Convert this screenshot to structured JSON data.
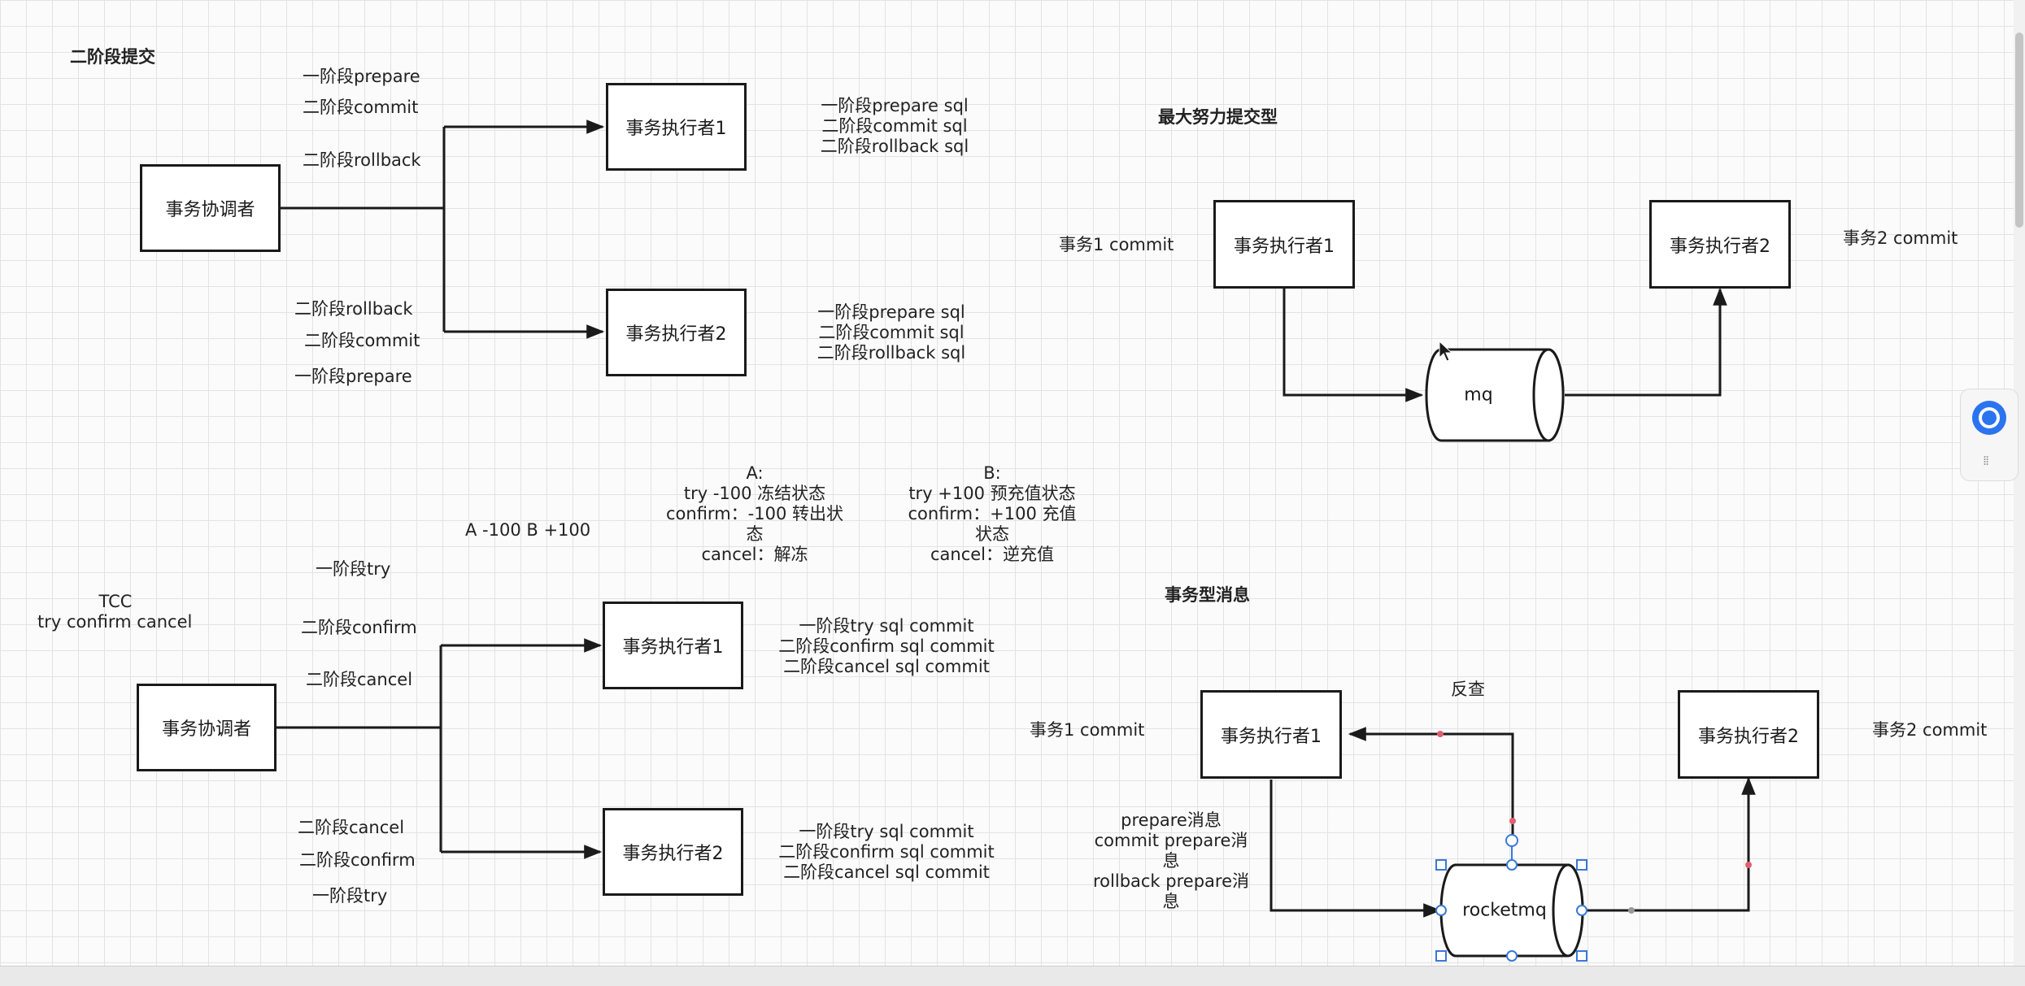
{
  "sections": {
    "two_phase_title": "二阶段提交",
    "tcc_title_1": "TCC",
    "tcc_title_2": "try confirm cancel",
    "best_effort_title": "最大努力提交型",
    "transactional_msg_title": "事务型消息"
  },
  "two_phase": {
    "coordinator": "事务协调者",
    "executor1": "事务执行者1",
    "executor2": "事务执行者2",
    "upper_phases": [
      "一阶段prepare",
      "二阶段commit",
      "二阶段rollback"
    ],
    "lower_phases": [
      "二阶段rollback",
      "二阶段commit",
      "一阶段prepare"
    ],
    "executor1_sql": [
      "一阶段prepare sql",
      "二阶段commit sql",
      "二阶段rollback sql"
    ],
    "executor2_sql": [
      "一阶段prepare sql",
      "二阶段commit sql",
      "二阶段rollback sql"
    ]
  },
  "tcc": {
    "coordinator": "事务协调者",
    "executor1": "事务执行者1",
    "executor2": "事务执行者2",
    "upper_phases": [
      "一阶段try",
      "二阶段confirm",
      "二阶段cancel"
    ],
    "lower_phases": [
      "二阶段cancel",
      "二阶段confirm",
      "一阶段try"
    ],
    "executor1_sql": [
      "一阶段try sql commit",
      "二阶段confirm sql commit",
      "二阶段cancel sql commit"
    ],
    "executor2_sql": [
      "一阶段try sql commit",
      "二阶段confirm sql commit",
      "二阶段cancel sql commit"
    ],
    "transfer": "A -100 B +100",
    "a_notes": [
      "A:",
      "try -100 冻结状态",
      "confirm：-100 转出状",
      "态",
      "cancel：解冻"
    ],
    "b_notes": [
      "B:",
      "try +100 预充值状态",
      "confirm：+100 充值",
      "状态",
      "cancel：逆充值"
    ]
  },
  "best_effort": {
    "executor1": "事务执行者1",
    "executor2": "事务执行者2",
    "queue": "mq",
    "tx1_label": "事务1 commit",
    "tx2_label": "事务2 commit"
  },
  "transactional_msg": {
    "executor1": "事务执行者1",
    "executor2": "事务执行者2",
    "queue": "rocketmq",
    "check_back": "反查",
    "tx1_label": "事务1 commit",
    "tx2_label": "事务2 commit",
    "messages": [
      "prepare消息",
      "commit prepare消",
      "息",
      "rollback prepare消",
      "息"
    ]
  },
  "colors": {
    "line": "#1a1a1a",
    "grid": "#e3e3e3",
    "selection": "#3a78d8",
    "waypoint": "#e06070",
    "assistant": "#2b74f0"
  },
  "icons": [
    "chat-assistant-icon",
    "drag-grip-icon",
    "mouse-cursor-icon"
  ]
}
